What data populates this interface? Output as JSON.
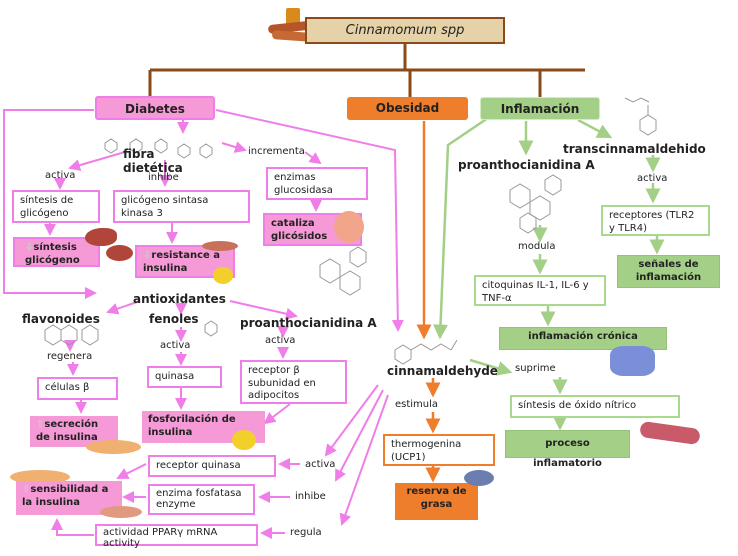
{
  "title": "Cinnamomum spp",
  "colors": {
    "diabetes": "#f07ee8",
    "obesidad": "#ee7d2c",
    "inflamacion": "#a4cf86",
    "title_border": "#8b4a1a"
  },
  "categories": {
    "diabetes": "Diabetes",
    "obesidad": "Obesidad",
    "inflamacion": "Inflamación"
  },
  "diabetes": {
    "fibra": "fibra dietética",
    "incrementa": "incrementa",
    "activa": "activa",
    "inhibe": "inhibe",
    "sintesis_glicogeno": "síntesis de glicógeno",
    "gsk3": "glicógeno sintasa kinasa 3",
    "enzimas": "enzimas glucosidasa",
    "cataliza": "cataliza glicósidos",
    "down_sintesis": "síntesis glicógeno",
    "down_resistance": "resistance a insulina",
    "antioxidantes": "antioxidantes",
    "flavonoides": "flavonoides",
    "fenoles": "fenoles",
    "proantho": "proanthocianidina A",
    "regenera": "regenera",
    "activa2": "activa",
    "activa3": "activa",
    "celulas": "células β",
    "quinasa": "quinasa",
    "receptor_beta": "receptor β subunidad en adipocitos",
    "secrecion": "secreción de insulina",
    "fosforilacion": "fosforilación de insulina",
    "receptor_quinasa": "receptor quinasa",
    "activa4": "activa",
    "sensibilidad": "sensibilidad a la insulina",
    "enzima_fosfatasa": "enzima fosfatasa enzyme",
    "inhibe2": "inhibe",
    "ppar": "actividad PPARγ mRNA activity",
    "regula": "regula"
  },
  "obesidad": {
    "cinnamaldehyde": "cinnamaldehyde",
    "estimula": "estimula",
    "thermogenina": "thermogenina (UCP1)",
    "reserva": "reserva de grasa"
  },
  "inflamacion": {
    "trans": "transcinnamaldehido",
    "proantho": "proanthocianidina A",
    "activa": "activa",
    "modula": "modula",
    "receptores": "receptores (TLR2 y TLR4)",
    "senales": "señales de inflamación",
    "citoquinas": "citoquinas IL-1, IL-6 y TNF-α",
    "cronica": "inflamación crónica",
    "suprime": "suprime",
    "oxido": "síntesis de óxido nítrico",
    "proceso": "proceso inflamatorio"
  }
}
